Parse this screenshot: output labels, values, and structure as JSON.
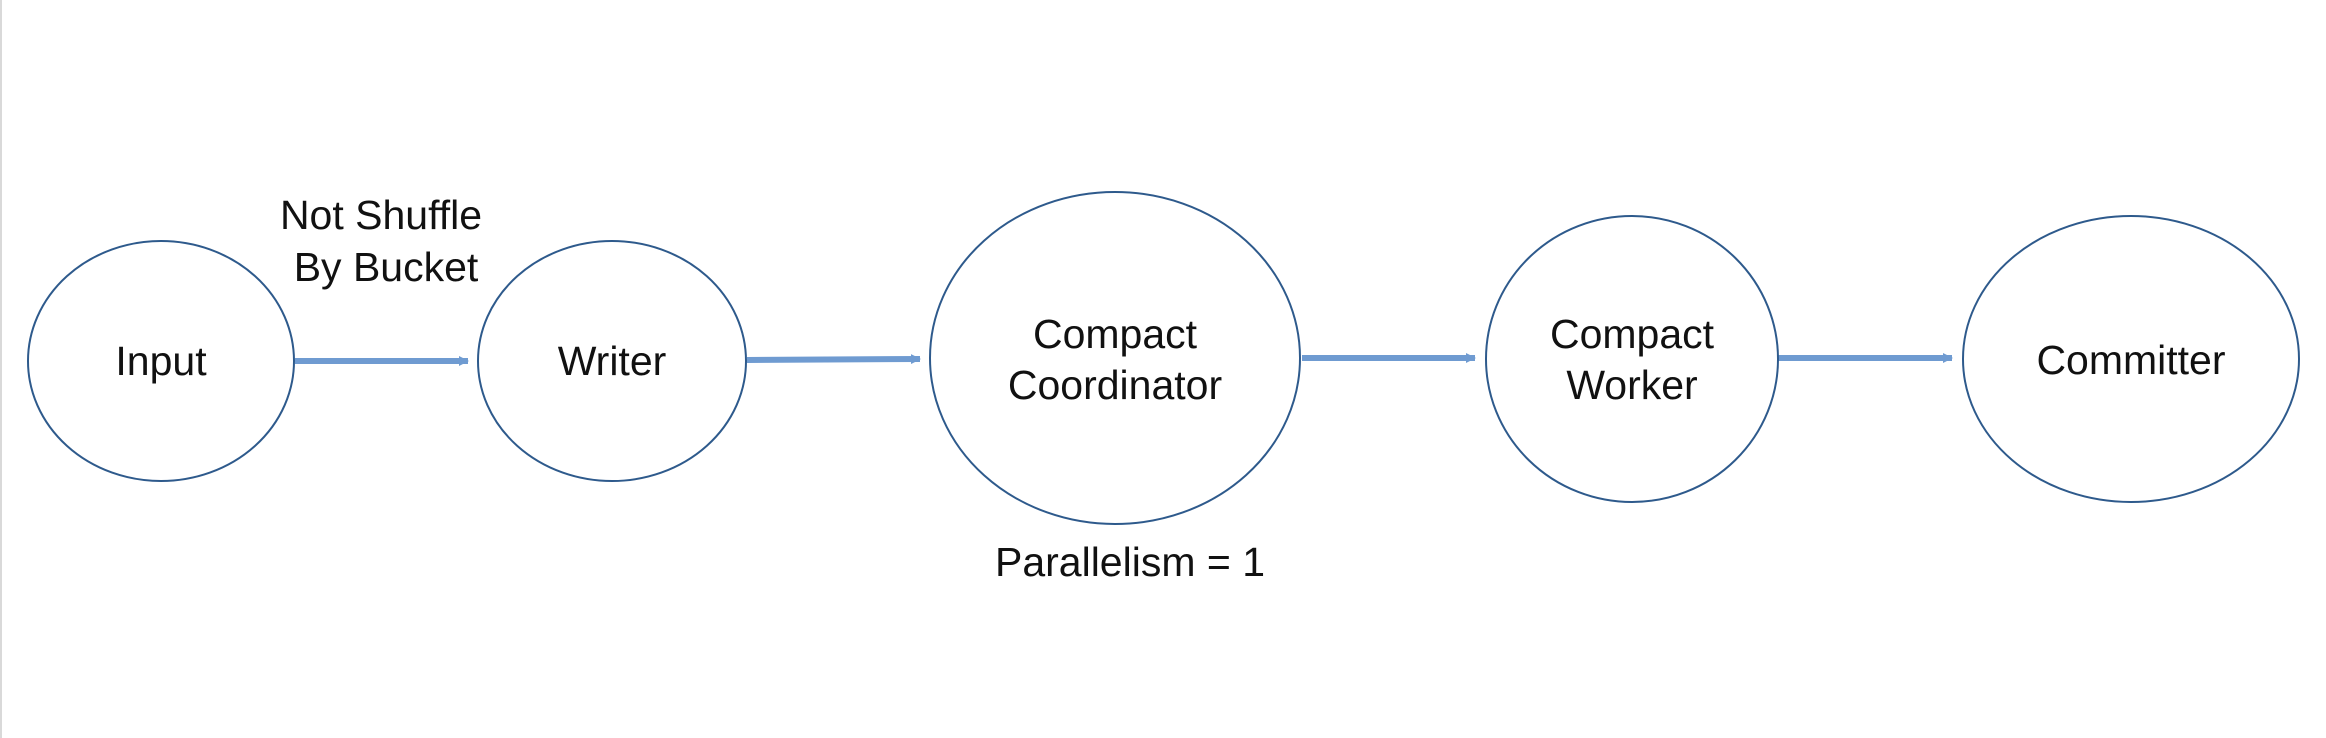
{
  "diagram": {
    "nodes": [
      {
        "id": "input",
        "lines": [
          "Input"
        ]
      },
      {
        "id": "writer",
        "lines": [
          "Writer"
        ]
      },
      {
        "id": "compact-coordinator",
        "lines": [
          "Compact",
          "Coordinator"
        ]
      },
      {
        "id": "compact-worker",
        "lines": [
          "Compact",
          "Worker"
        ]
      },
      {
        "id": "committer",
        "lines": [
          "Committer"
        ]
      }
    ],
    "edges": [
      {
        "from": "input",
        "to": "writer",
        "label_lines": [
          "Not Shuffle",
          "By Bucket"
        ]
      },
      {
        "from": "writer",
        "to": "compact-coordinator"
      },
      {
        "from": "compact-coordinator",
        "to": "compact-worker"
      },
      {
        "from": "compact-worker",
        "to": "committer"
      }
    ],
    "annotations": {
      "coordinator_parallelism": "Parallelism = 1"
    },
    "colors": {
      "node_stroke": "#2e5a8c",
      "arrow": "#6f9bd1",
      "text": "#111111"
    }
  }
}
